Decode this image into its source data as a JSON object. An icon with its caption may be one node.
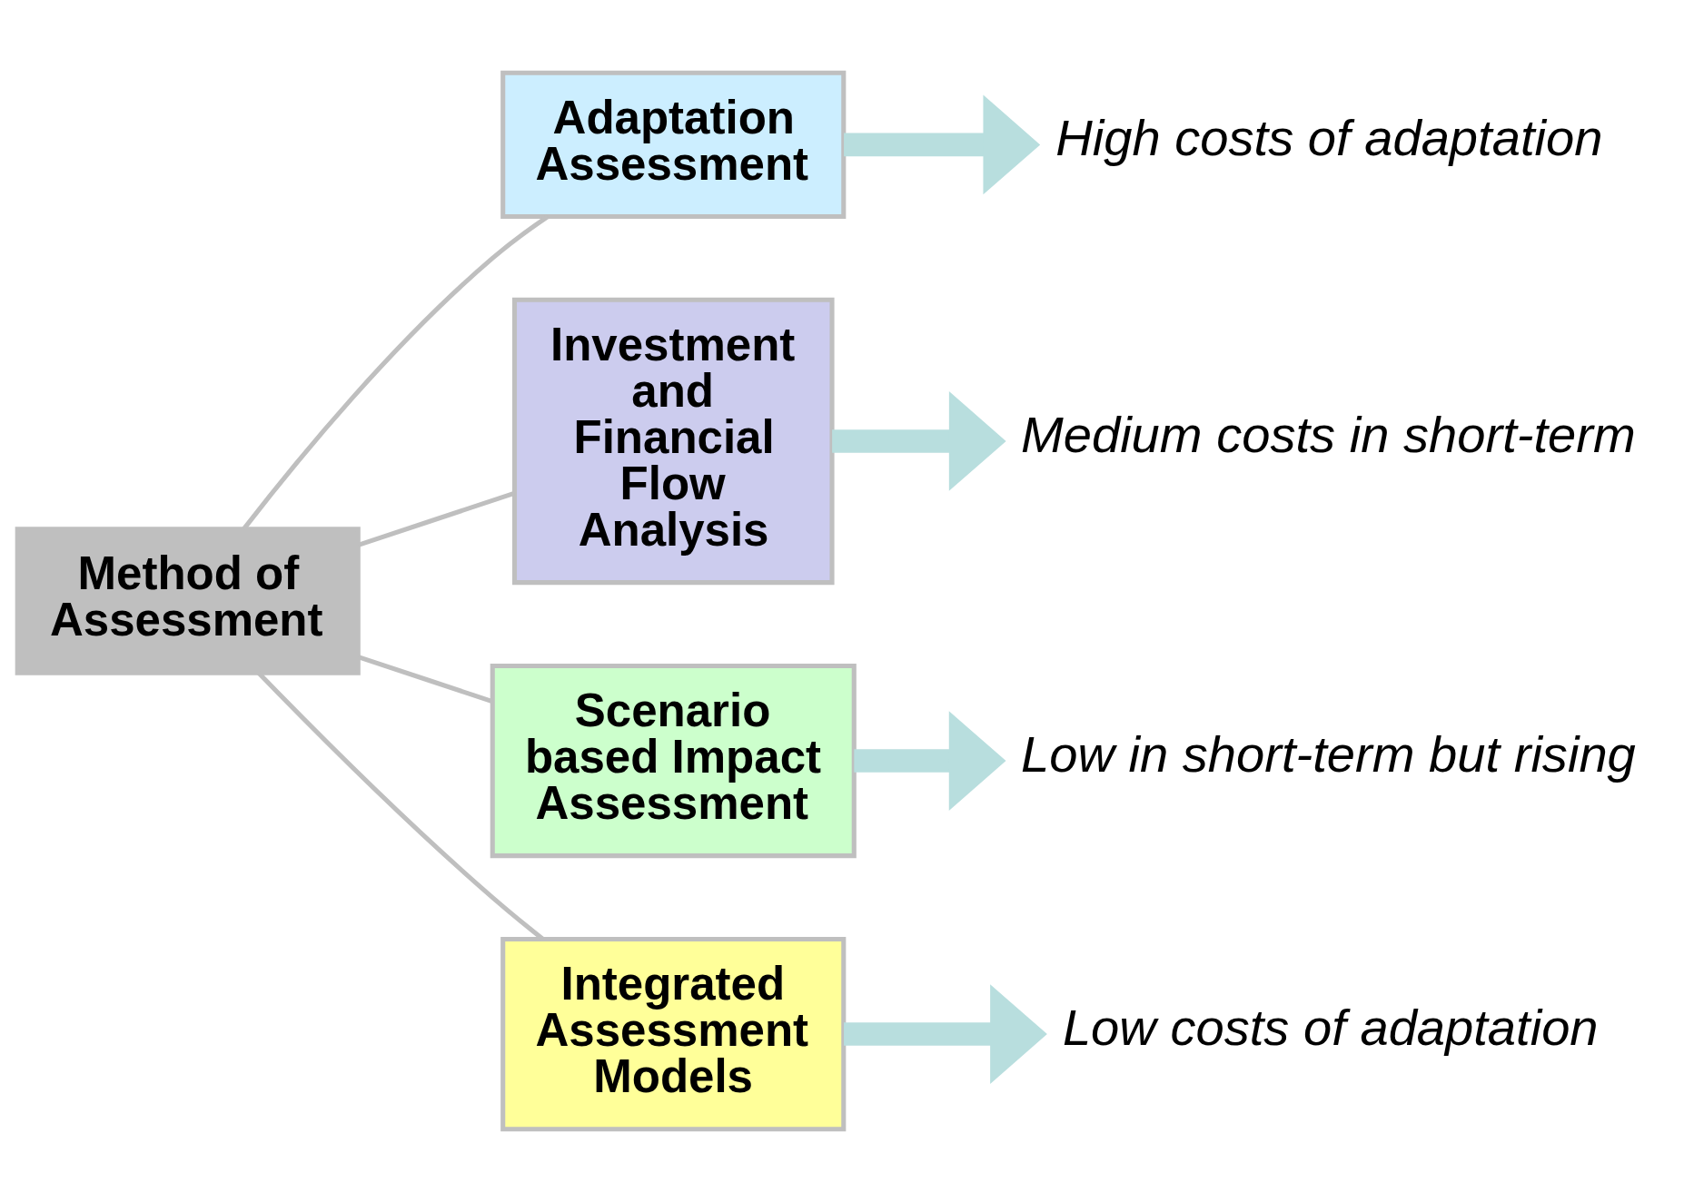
{
  "diagram": {
    "nodes": [
      {
        "text": [
          "Method of Assessment"
        ]
      },
      {
        "text": [
          "Adaptation Assessment"
        ]
      },
      {
        "text": [
          "Investment and Financial Flow Analysis"
        ]
      },
      {
        "text": [
          "Scenario based Impact Assessment"
        ]
      },
      {
        "text": [
          "Integrated Assessment Models"
        ]
      },
      {
        "text": [
          "High costs of adaptation"
        ]
      },
      {
        "text": [
          "Medium costs in short-term"
        ]
      },
      {
        "text": [
          "Low in short-term but rising"
        ]
      },
      {
        "text": [
          "Low costs of adaptation"
        ]
      }
    ],
    "edges": [
      {
        "from": 0,
        "to": 1,
        "arrow": "none"
      },
      {
        "from": 0,
        "to": 2,
        "arrow": "none"
      },
      {
        "from": 0,
        "to": 3,
        "arrow": "none"
      },
      {
        "from": 0,
        "to": 4,
        "arrow": "none"
      },
      {
        "from": 1,
        "to": 5,
        "arrow": "to",
        "style": "thick",
        "color": "#b8dede"
      },
      {
        "from": 2,
        "to": 6,
        "arrow": "to",
        "style": "thick",
        "color": "#b8dede"
      },
      {
        "from": 3,
        "to": 7,
        "arrow": "to",
        "style": "thick",
        "color": "#b8dede"
      },
      {
        "from": 4,
        "to": 8,
        "arrow": "to",
        "style": "thick",
        "color": "#b8dede"
      }
    ]
  }
}
